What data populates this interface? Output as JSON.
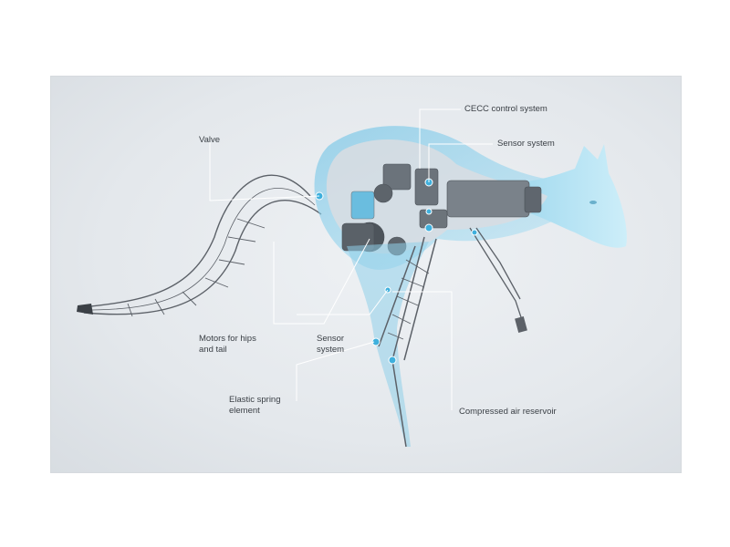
{
  "labels": {
    "cecc": "CECC control system",
    "sensor_top": "Sensor system",
    "valve": "Valve",
    "motors_line1": "Motors for hips",
    "motors_line2": "and tail",
    "sensor_mid_line1": "Sensor",
    "sensor_mid_line2": "system",
    "spring_line1": "Elastic spring",
    "spring_line2": "element",
    "reservoir": "Compressed air reservoir"
  },
  "colors": {
    "body_light": "#b7e3f3",
    "body_mid": "#8fd0ea",
    "accent": "#3fb0dd",
    "mechanics": "#6b737b",
    "frame": "#5c6168",
    "leader": "#ffffff"
  }
}
